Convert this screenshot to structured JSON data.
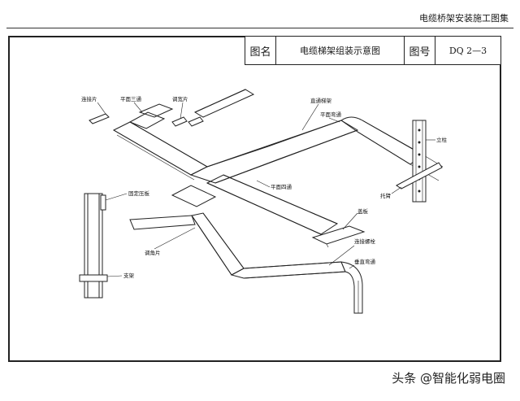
{
  "header": {
    "atlas_title": "电缆桥架安装施工图集"
  },
  "title_block": {
    "name_label": "图名",
    "name_value": "电缆梯架组装示意图",
    "number_label": "图号",
    "number_value": "DQ 2—3"
  },
  "callouts": {
    "connector_plate": "连接片",
    "flat_tee": "平面三通",
    "width_adjust_plate": "调宽片",
    "straight_ladder": "直通梯架",
    "flat_elbow": "平面弯通",
    "column": "立柱",
    "bracket_arm": "托臂",
    "fixed_clamp": "固定压板",
    "flat_cross": "平面四通",
    "cover_plate": "盖板",
    "angle_adjust_plate": "调角片",
    "connecting_bolt": "连接螺栓",
    "vertical_elbow": "垂直弯通",
    "support": "支架"
  },
  "watermark": "头条 @智能化弱电圈"
}
